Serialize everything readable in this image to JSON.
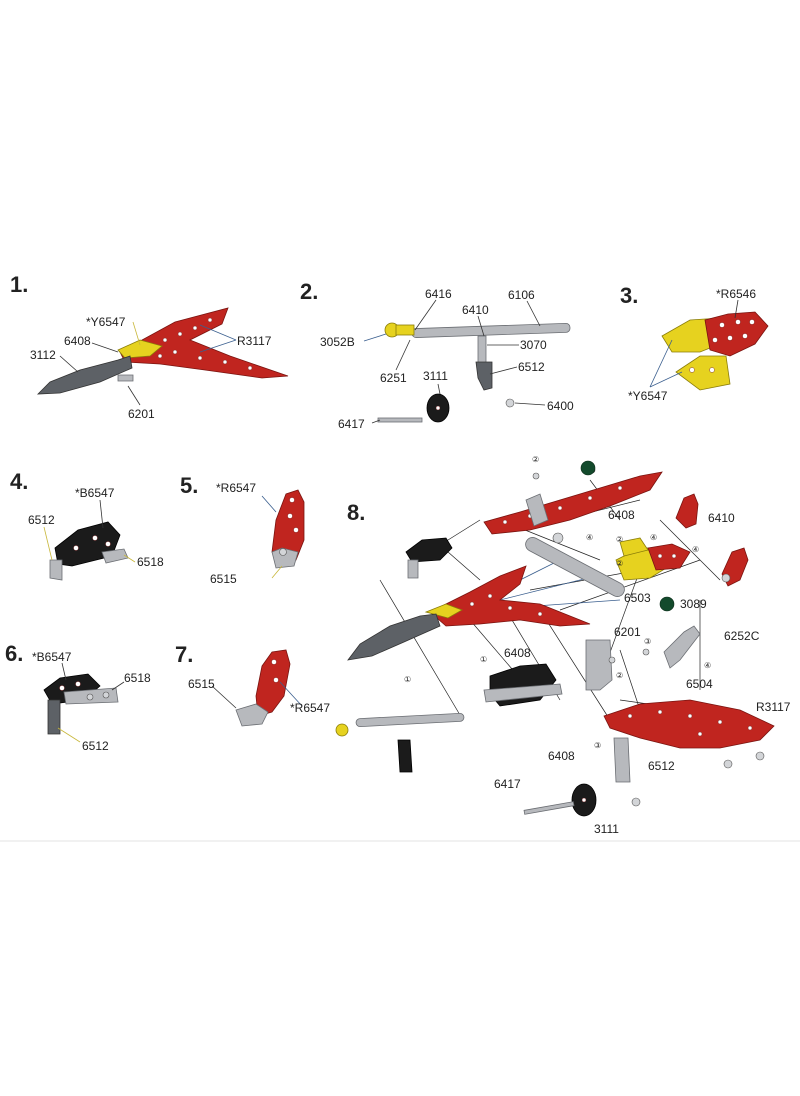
{
  "steps": [
    "1.",
    "2.",
    "3.",
    "4.",
    "5.",
    "6.",
    "7.",
    "8."
  ],
  "step1": {
    "labels": [
      "*Y6547",
      "6408",
      "3112",
      "R3117",
      "6201"
    ]
  },
  "step2": {
    "labels": [
      "6416",
      "6410",
      "6106",
      "3052B",
      "3070",
      "6251",
      "3111",
      "6512",
      "6400",
      "6417"
    ]
  },
  "step3": {
    "labels": [
      "*R6546",
      "*Y6547"
    ]
  },
  "step4": {
    "labels": [
      "*B6547",
      "6512",
      "6518"
    ]
  },
  "step5": {
    "labels": [
      "*R6547",
      "6515"
    ]
  },
  "step6": {
    "labels": [
      "*B6547",
      "6518",
      "6512"
    ]
  },
  "step7": {
    "labels": [
      "6515",
      "*R6547"
    ]
  },
  "step8": {
    "labels": [
      "6408",
      "6410",
      "6503",
      "3089",
      "6201",
      "6252C",
      "6408",
      "6504",
      "R3117",
      "6408",
      "6512",
      "6417",
      "3111"
    ],
    "circled": [
      "②",
      "④",
      "②",
      "②",
      "④",
      "④",
      "①",
      "③",
      "④",
      "①",
      "②",
      "③"
    ]
  },
  "colors": {
    "red": "#c0251f",
    "yellow": "#e6d21f",
    "black": "#1b1b1b",
    "steel": "#b7b9bd"
  }
}
